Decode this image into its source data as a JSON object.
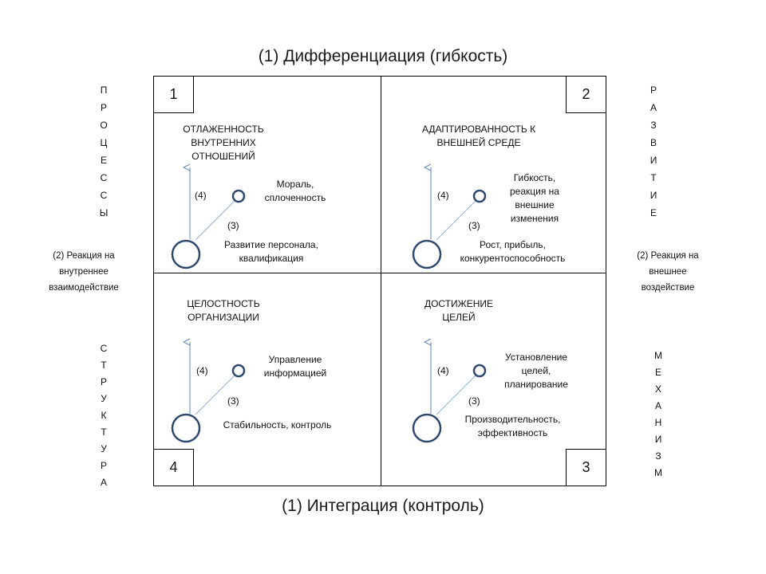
{
  "titles": {
    "top": "(1) Дифференциация (гибкость)",
    "bottom": "(1) Интеграция (контроль)"
  },
  "sides": {
    "left_top_letters": [
      "П",
      "Р",
      "О",
      "Ц",
      "Е",
      "С",
      "С",
      "Ы"
    ],
    "left_bottom_letters": [
      "С",
      "Т",
      "Р",
      "У",
      "К",
      "Т",
      "У",
      "Р",
      "А"
    ],
    "right_top_letters": [
      "Р",
      "А",
      "З",
      "В",
      "И",
      "Т",
      "И",
      "Е"
    ],
    "right_bottom_letters": [
      "М",
      "Е",
      "Х",
      "А",
      "Н",
      "И",
      "З",
      "М"
    ],
    "left_reaction": [
      "(2) Реакция на",
      "внутреннее",
      "взаимодействие"
    ],
    "right_reaction": [
      "(2) Реакция на",
      "внешнее",
      "воздействие"
    ]
  },
  "corners": {
    "q1": "1",
    "q2": "2",
    "q3": "3",
    "q4": "4"
  },
  "quadrants": {
    "q1": {
      "heading": [
        "ОТЛАЖЕННОСТЬ",
        "ВНУТРЕННИХ",
        "ОТНОШЕНИЙ"
      ],
      "small_label": [
        "Мораль,",
        "сплоченность"
      ],
      "big_label": [
        "Развитие персонала,",
        "квалификация"
      ],
      "arrow_label": "(4)",
      "line_label": "(3)"
    },
    "q2": {
      "heading": [
        "АДАПТИРОВАННОСТЬ К",
        "ВНЕШНЕЙ СРЕДЕ"
      ],
      "small_label": [
        "Гибкость,",
        "реакция на",
        "внешние",
        "изменения"
      ],
      "big_label": [
        "Рост, прибыль,",
        "конкурентоспособность"
      ],
      "arrow_label": "(4)",
      "line_label": "(3)"
    },
    "q4": {
      "heading": [
        "ЦЕЛОСТНОСТЬ",
        "ОРГАНИЗАЦИИ"
      ],
      "small_label": [
        "Управление",
        "информацией"
      ],
      "big_label": [
        "Стабильность, контроль"
      ],
      "arrow_label": "(4)",
      "line_label": "(3)"
    },
    "q3": {
      "heading": [
        "ДОСТИЖЕНИЕ",
        "ЦЕЛЕЙ"
      ],
      "small_label": [
        "Установление",
        "целей,",
        "планирование"
      ],
      "big_label": [
        "Производительность,",
        "эффективность"
      ],
      "arrow_label": "(4)",
      "line_label": "(3)"
    }
  },
  "colors": {
    "arrow": "#5b86b8",
    "circle": "#2f4a6e",
    "grid": "#000000"
  }
}
